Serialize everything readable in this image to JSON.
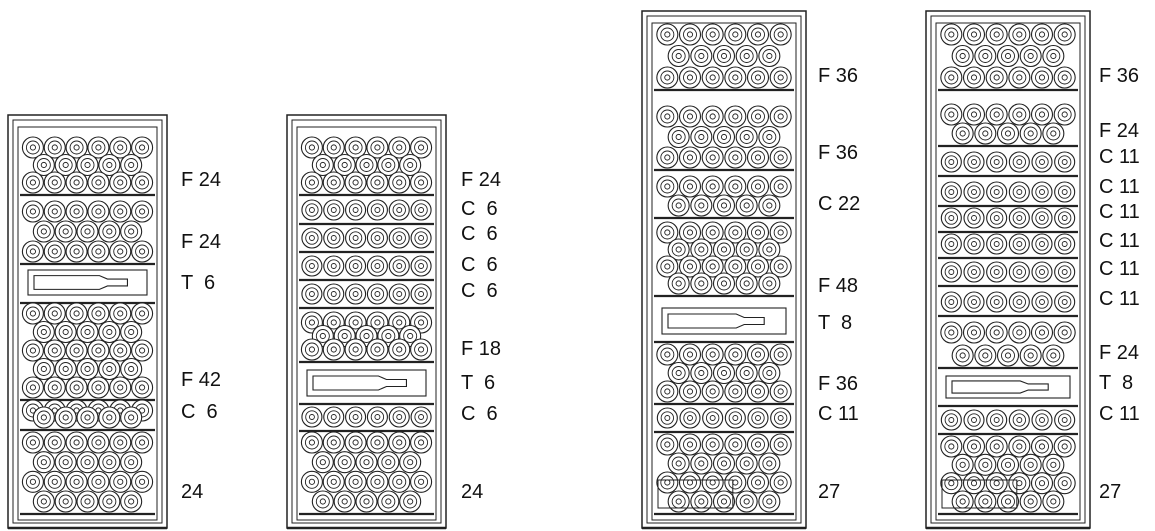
{
  "cabinets": [
    {
      "id": "cabinet-1",
      "shelves": [
        {
          "type": "full",
          "label": "F 24"
        },
        {
          "type": "full",
          "label": "F 24"
        },
        {
          "type": "tray",
          "label": "T  6"
        },
        {
          "type": "full",
          "label": "F 42"
        },
        {
          "type": "single",
          "label": "C  6"
        },
        {
          "type": "bottom",
          "label": "24"
        }
      ]
    },
    {
      "id": "cabinet-2",
      "shelves": [
        {
          "type": "full",
          "label": "F 24"
        },
        {
          "type": "single",
          "label": "C  6"
        },
        {
          "type": "single",
          "label": "C  6"
        },
        {
          "type": "single",
          "label": "C  6"
        },
        {
          "type": "single",
          "label": "C  6"
        },
        {
          "type": "full",
          "label": "F 18"
        },
        {
          "type": "tray",
          "label": "T  6"
        },
        {
          "type": "single",
          "label": "C  6"
        },
        {
          "type": "bottom",
          "label": "24"
        }
      ]
    },
    {
      "id": "cabinet-3",
      "shelves": [
        {
          "type": "full",
          "label": "F 36"
        },
        {
          "type": "full",
          "label": "F 36"
        },
        {
          "type": "double",
          "label": "C 22"
        },
        {
          "type": "full",
          "label": "F 48"
        },
        {
          "type": "tray",
          "label": "T  8"
        },
        {
          "type": "full",
          "label": "F 36"
        },
        {
          "type": "single",
          "label": "C 11"
        },
        {
          "type": "bottom",
          "label": "27"
        }
      ]
    },
    {
      "id": "cabinet-4",
      "shelves": [
        {
          "type": "full",
          "label": "F 36"
        },
        {
          "type": "full",
          "label": "F 24"
        },
        {
          "type": "single",
          "label": "C 11"
        },
        {
          "type": "single",
          "label": "C 11"
        },
        {
          "type": "single",
          "label": "C 11"
        },
        {
          "type": "single",
          "label": "C 11"
        },
        {
          "type": "single",
          "label": "C 11"
        },
        {
          "type": "single",
          "label": "C 11"
        },
        {
          "type": "full",
          "label": "F 24"
        },
        {
          "type": "tray",
          "label": "T  8"
        },
        {
          "type": "single",
          "label": "C 11"
        },
        {
          "type": "bottom",
          "label": "27"
        }
      ]
    }
  ]
}
